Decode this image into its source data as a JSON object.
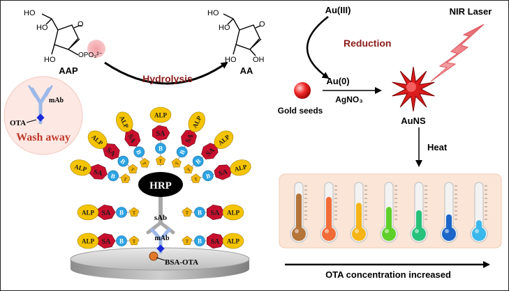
{
  "labels": {
    "aap": "AAP",
    "aa": "AA",
    "hydrolysis": "Hydrolysis",
    "au3": "Au(III)",
    "reduction": "Reduction",
    "au0": "Au(0)",
    "agno3": "AgNO₃",
    "gold_seeds": "Gold seeds",
    "auns": "AuNS",
    "nir_laser": "NIR Laser",
    "heat": "Heat",
    "hrp": "HRP",
    "sab": "sAb",
    "mab": "mAb",
    "bsa_ota": "BSA-OTA",
    "ota": "OTA",
    "wash_away": "Wash away",
    "ota_increase": "OTA concentration increased"
  },
  "chem": {
    "ho": "HO",
    "oh": "OH",
    "o": "O",
    "opo3": "OPO₃²⁻"
  },
  "units": {
    "alp": "ALP",
    "sa": "SA",
    "b": "B",
    "t": "T"
  },
  "thermometer_colors": [
    "#b5743a",
    "#f26c37",
    "#f6b417",
    "#5fcf2a",
    "#26c27b",
    "#1c66c9",
    "#3ab8ec"
  ],
  "thermometer_levels": [
    0.8,
    0.72,
    0.58,
    0.48,
    0.4,
    0.3,
    0.16
  ],
  "colors": {
    "alp": "#f4c400",
    "sa": "#c8102e",
    "b": "#2ba4e4",
    "t": "#f2b70f",
    "antibody": "#9bb8e8",
    "reduction_text": "#8b1a1a",
    "wash_text": "#c0392b"
  }
}
